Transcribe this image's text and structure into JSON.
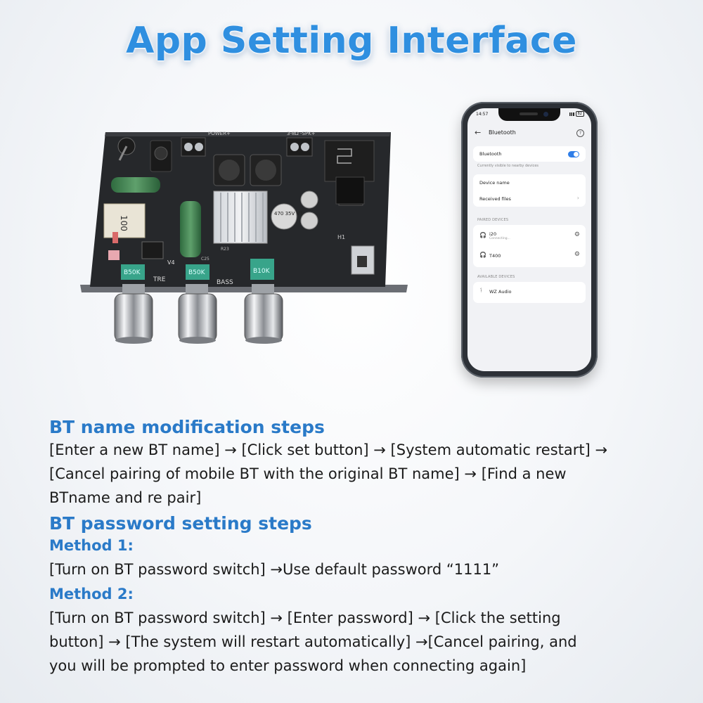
{
  "title": "App Setting Interface",
  "board": {
    "pcb_labels": {
      "power": "POWER+",
      "spk": "3-8Ω -SPK+",
      "inductor": "100",
      "cap": "470 35V VT",
      "knob1": "TRE",
      "knob2": "V4",
      "knob3": "BASS",
      "pot1": "B50K",
      "pot2": "B50K",
      "pot3": "B10K",
      "h1": "H1",
      "c25": "C25",
      "r_series": "R23"
    }
  },
  "phone": {
    "status_time": "14:57",
    "battery": "82",
    "screen_title": "Bluetooth",
    "bluetooth_label": "Bluetooth",
    "visible_note": "Currently visible to nearby devices",
    "device_name_label": "Device name",
    "received_files_label": "Received files",
    "paired_section": "PAIRED DEVICES",
    "paired_devices": [
      {
        "name": "i20",
        "status": "Connecting..."
      },
      {
        "name": "T400",
        "status": ""
      }
    ],
    "available_section": "AVAILABLE DEVICES",
    "available_devices": [
      {
        "name": "WZ Audio"
      }
    ],
    "bluetooth_on": true,
    "accent_color": "#2f7ee8"
  },
  "bt_name": {
    "heading": "BT name modification steps",
    "lines": [
      "[Enter a new BT name] → [Click set button] → [System automatic restart] →",
      "[Cancel pairing of mobile BT with the original BT name] → [Find a new",
      "BTname and re pair]"
    ]
  },
  "bt_password": {
    "heading": "BT password setting steps",
    "method1_label": "Method 1:",
    "method1_lines": [
      "[Turn on BT password switch] →Use default password “1111”"
    ],
    "method2_label": "Method 2:",
    "method2_lines": [
      "[Turn on BT password switch] → [Enter password] → [Click the setting",
      "button] → [The system will restart automatically] →[Cancel pairing, and",
      "you will be prompted to enter password when connecting again]"
    ]
  },
  "colors": {
    "heading_blue": "#2a7ac8",
    "title_blue": "#2f8fe0"
  }
}
